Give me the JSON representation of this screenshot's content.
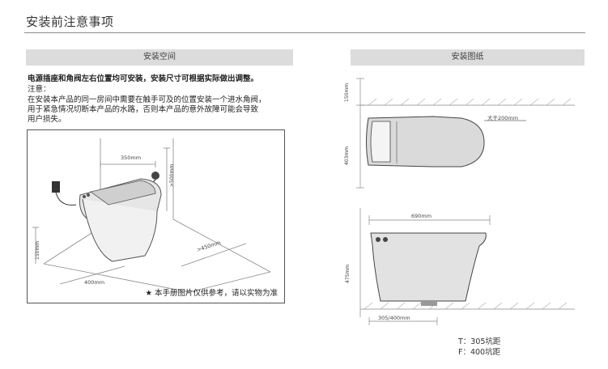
{
  "page_title": "安装前注意事项",
  "left_section": {
    "header": "安装空间",
    "paragraph_bold": "电源插座和角阀左右位置均可安装，安装尺寸可根据实际做出调整。",
    "note_label": "注意：",
    "note_lines": [
      "在安装本产品的同一房间中需要在触手可及的位置安装一个进水角阀，",
      "用于紧急情况切断本产品的水路，否则本产品的意外故障可能会导致",
      "用户损失。"
    ],
    "diagram_labels": {
      "dim_350": "350mm",
      "dim_500": ">500mm",
      "dim_150": "150mm",
      "dim_400": "400mm",
      "dim_450": ">450mm"
    },
    "caption": "★ 本手册图片仅供参考，请以实物为准"
  },
  "right_section": {
    "header": "安装图纸",
    "top_view_labels": {
      "dim_150": "150mm",
      "dim_403": "403mm",
      "dim_200": "大于200mm"
    },
    "side_view_labels": {
      "dim_690": "690mm",
      "dim_475": "475mm",
      "dim_305_400": "305/400mm"
    },
    "spec_t": "T：305坑距",
    "spec_f": "F：400坑距"
  }
}
